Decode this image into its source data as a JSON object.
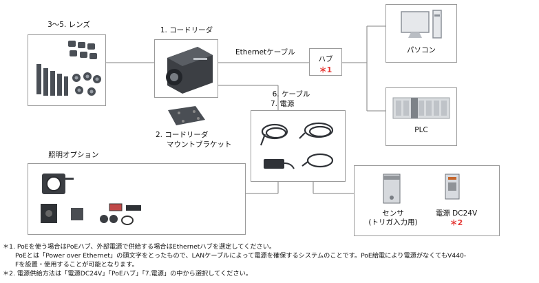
{
  "labels": {
    "lens": "3～5. レンズ",
    "reader": "1. コードリーダ",
    "bracket_1": "2. コードリーダ",
    "bracket_2": "マウントブラケット",
    "ethernet": "Ethernetケーブル",
    "hub": "ハブ",
    "hub_note": "＊1",
    "pc": "パソコン",
    "plc": "PLC",
    "cable_1": "6. ケーブル",
    "cable_2": "7. 電源",
    "lighting": "照明オプション",
    "sensor_1": "センサ",
    "sensor_2": "(トリガ入力用)",
    "power_1": "電源  DC24V",
    "power_note": "＊2"
  },
  "notes": {
    "n1_line1": "＊1. PoEを使う場合はPoEハブ、外部電源で供給する場合はEthernetハブを選定してください。",
    "n1_line2": "PoEとは「Power over Ethernet」の頭文字をとったもので、LANケーブルによって電源を確保するシステムのことです。PoE給電により電源がなくてもV440-",
    "n1_line3": "Fを設置・使用することが可能となります。",
    "n2_line1": "＊2. 電源供給方法は「電源DC24V」「PoEハブ」「7.電源」の中から選択してください。"
  },
  "colors": {
    "line": "#9a9a9a",
    "accent_red": "#e53935"
  }
}
